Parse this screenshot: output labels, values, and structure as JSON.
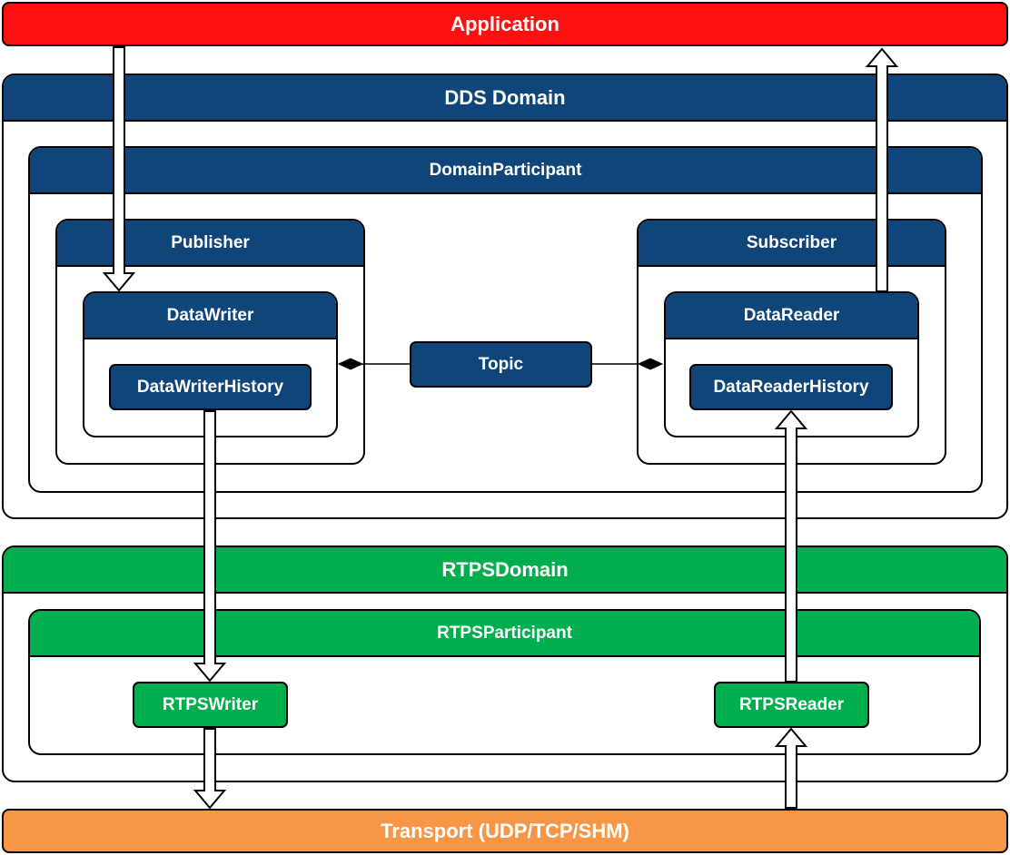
{
  "application": "Application",
  "dds": {
    "domain": "DDS Domain",
    "participant": "DomainParticipant",
    "publisher": "Publisher",
    "subscriber": "Subscriber",
    "datawriter": "DataWriter",
    "datareader": "DataReader",
    "datawriter_history": "DataWriterHistory",
    "datareader_history": "DataReaderHistory",
    "topic": "Topic"
  },
  "rtps": {
    "domain": "RTPSDomain",
    "participant": "RTPSParticipant",
    "writer": "RTPSWriter",
    "reader": "RTPSReader"
  },
  "transport": "Transport (UDP/TCP/SHM)",
  "colors": {
    "application": "#ff1010",
    "dds": "#0f4579",
    "rtps": "#00ae4d",
    "transport": "#f79646"
  }
}
